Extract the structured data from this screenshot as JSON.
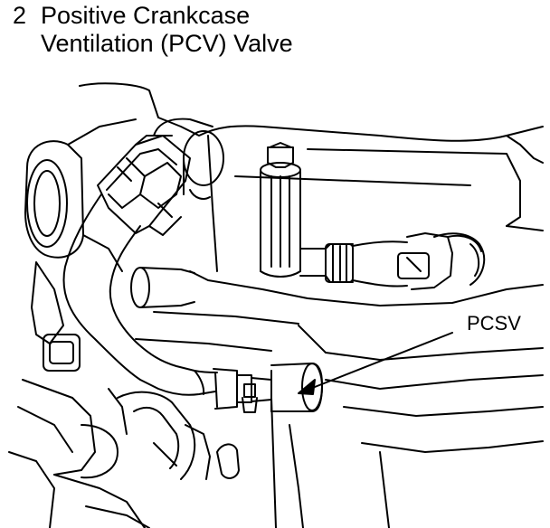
{
  "heading": {
    "number": "2",
    "line1": "Positive Crankcase",
    "line2": "Ventilation (PCV) Valve"
  },
  "callouts": {
    "pcsv": "PCSV"
  },
  "colors": {
    "ink": "#000000",
    "paper": "#ffffff"
  }
}
